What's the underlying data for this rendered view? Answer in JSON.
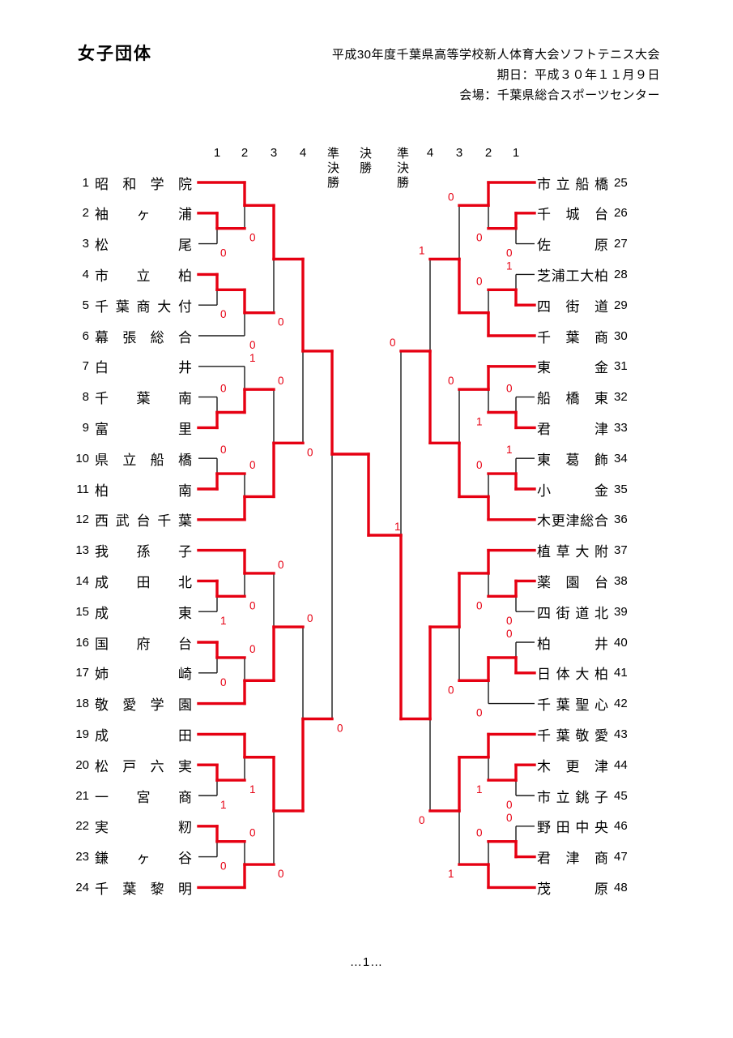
{
  "page": {
    "title": "女子団体",
    "event_title": "平成30年度千葉県高等学校新人体育大会ソフトテニス大会",
    "event_date": "期日：平成３０年１１月９日",
    "event_venue": "会場：千葉県総合スポーツセンター",
    "page_number": "…1…"
  },
  "round_labels": {
    "columns_left": [
      "1",
      "2",
      "3",
      "4"
    ],
    "columns_right": [
      "4",
      "3",
      "2",
      "1"
    ],
    "semi": "準決勝",
    "final": "決勝"
  },
  "teams_left": [
    {
      "no": "1",
      "name": "昭和学院"
    },
    {
      "no": "2",
      "name": "袖ヶ浦"
    },
    {
      "no": "3",
      "name": "松尾"
    },
    {
      "no": "4",
      "name": "市立柏"
    },
    {
      "no": "5",
      "name": "千葉商大付"
    },
    {
      "no": "6",
      "name": "幕張総合"
    },
    {
      "no": "7",
      "name": "白井"
    },
    {
      "no": "8",
      "name": "千葉南"
    },
    {
      "no": "9",
      "name": "富里"
    },
    {
      "no": "10",
      "name": "県立船橋"
    },
    {
      "no": "11",
      "name": "柏南"
    },
    {
      "no": "12",
      "name": "西武台千葉"
    },
    {
      "no": "13",
      "name": "我孫子"
    },
    {
      "no": "14",
      "name": "成田北"
    },
    {
      "no": "15",
      "name": "成東"
    },
    {
      "no": "16",
      "name": "国府台"
    },
    {
      "no": "17",
      "name": "姉崎"
    },
    {
      "no": "18",
      "name": "敬愛学園"
    },
    {
      "no": "19",
      "name": "成田"
    },
    {
      "no": "20",
      "name": "松戸六実"
    },
    {
      "no": "21",
      "name": "一宮商"
    },
    {
      "no": "22",
      "name": "実籾"
    },
    {
      "no": "23",
      "name": "鎌ヶ谷"
    },
    {
      "no": "24",
      "name": "千葉黎明"
    }
  ],
  "teams_right": [
    {
      "no": "25",
      "name": "市立船橋"
    },
    {
      "no": "26",
      "name": "千城台"
    },
    {
      "no": "27",
      "name": "佐原"
    },
    {
      "no": "28",
      "name": "芝浦工大柏"
    },
    {
      "no": "29",
      "name": "四街道"
    },
    {
      "no": "30",
      "name": "千葉商"
    },
    {
      "no": "31",
      "name": "東金"
    },
    {
      "no": "32",
      "name": "船橋東"
    },
    {
      "no": "33",
      "name": "君津"
    },
    {
      "no": "34",
      "name": "東葛飾"
    },
    {
      "no": "35",
      "name": "小金"
    },
    {
      "no": "36",
      "name": "木更津総合"
    },
    {
      "no": "37",
      "name": "植草大附"
    },
    {
      "no": "38",
      "name": "薬園台"
    },
    {
      "no": "39",
      "name": "四街道北"
    },
    {
      "no": "40",
      "name": "柏井"
    },
    {
      "no": "41",
      "name": "日体大柏"
    },
    {
      "no": "42",
      "name": "千葉聖心"
    },
    {
      "no": "43",
      "name": "千葉敬愛"
    },
    {
      "no": "44",
      "name": "木更津"
    },
    {
      "no": "45",
      "name": "市立銚子"
    },
    {
      "no": "46",
      "name": "野田中央"
    },
    {
      "no": "47",
      "name": "君津商"
    },
    {
      "no": "48",
      "name": "茂原"
    }
  ],
  "bracket": {
    "left": {
      "trios": [
        {
          "bye": 0,
          "pair": [
            1,
            2
          ],
          "pair_winner": 1,
          "pair_score": "0",
          "trio_winner": "bye",
          "r2_score": "0"
        },
        {
          "bye": 5,
          "pair": [
            3,
            4
          ],
          "pair_winner": 3,
          "pair_score": "0",
          "trio_winner": "pair",
          "r2_score": "0"
        },
        {
          "bye": 6,
          "pair": [
            7,
            8
          ],
          "pair_winner": 8,
          "pair_score": "0",
          "trio_winner": "pair",
          "r2_score": "1"
        },
        {
          "bye": 11,
          "pair": [
            9,
            10
          ],
          "pair_winner": 10,
          "pair_score": "0",
          "trio_winner": "bye",
          "r2_score": "0"
        },
        {
          "bye": 12,
          "pair": [
            13,
            14
          ],
          "pair_winner": 13,
          "pair_score": "1",
          "trio_winner": "bye",
          "r2_score": "0"
        },
        {
          "bye": 17,
          "pair": [
            15,
            16
          ],
          "pair_winner": 15,
          "pair_score": "0",
          "trio_winner": "bye",
          "r2_score": "0"
        },
        {
          "bye": 18,
          "pair": [
            19,
            20
          ],
          "pair_winner": 19,
          "pair_score": "1",
          "trio_winner": "bye",
          "r2_score": "1"
        },
        {
          "bye": 23,
          "pair": [
            21,
            22
          ],
          "pair_winner": 21,
          "pair_score": "0",
          "trio_winner": "bye",
          "r2_score": "0"
        }
      ],
      "r3": [
        {
          "winner": "top",
          "score": "0"
        },
        {
          "winner": "bottom",
          "score": "0"
        },
        {
          "winner": "bottom",
          "score": "0"
        },
        {
          "winner": "top",
          "score": "0"
        }
      ],
      "r4": [
        {
          "winner": "top",
          "score": "0"
        },
        {
          "winner": "bottom",
          "score": "0"
        }
      ],
      "semi": {
        "winner": "top",
        "score": "0"
      }
    },
    "right": {
      "trios": [
        {
          "bye": 0,
          "pair": [
            1,
            2
          ],
          "pair_winner": 1,
          "pair_score": "0",
          "trio_winner": "bye",
          "r2_score": "0"
        },
        {
          "bye": 5,
          "pair": [
            3,
            4
          ],
          "pair_winner": 4,
          "pair_score": "1",
          "trio_winner": "bye",
          "r2_score": "0"
        },
        {
          "bye": 6,
          "pair": [
            7,
            8
          ],
          "pair_winner": 8,
          "pair_score": "0",
          "trio_winner": "bye",
          "r2_score": "1"
        },
        {
          "bye": 11,
          "pair": [
            9,
            10
          ],
          "pair_winner": 10,
          "pair_score": "1",
          "trio_winner": "bye",
          "r2_score": "0"
        },
        {
          "bye": 12,
          "pair": [
            13,
            14
          ],
          "pair_winner": 13,
          "pair_score": "0",
          "trio_winner": "bye",
          "r2_score": "0"
        },
        {
          "bye": 17,
          "pair": [
            15,
            16
          ],
          "pair_winner": 16,
          "pair_score": "0",
          "trio_winner": "pair",
          "r2_score": "0"
        },
        {
          "bye": 18,
          "pair": [
            19,
            20
          ],
          "pair_winner": 19,
          "pair_score": "0",
          "trio_winner": "bye",
          "r2_score": "1"
        },
        {
          "bye": 23,
          "pair": [
            21,
            22
          ],
          "pair_winner": 22,
          "pair_score": "0",
          "trio_winner": "bye",
          "r2_score": "0"
        }
      ],
      "r3": [
        {
          "winner": "bottom",
          "score": "0"
        },
        {
          "winner": "bottom",
          "score": "0"
        },
        {
          "winner": "top",
          "score": "0"
        },
        {
          "winner": "top",
          "score": "1"
        }
      ],
      "r4": [
        {
          "winner": "bottom",
          "score": "1"
        },
        {
          "winner": "top",
          "score": "0"
        }
      ],
      "semi": {
        "winner": "bottom",
        "score": "0"
      }
    },
    "final": {
      "winner": "left",
      "score": "1"
    }
  },
  "colors": {
    "winner_line": "#e60012",
    "line": "#1a1a1a",
    "score_text": "#e60012"
  }
}
